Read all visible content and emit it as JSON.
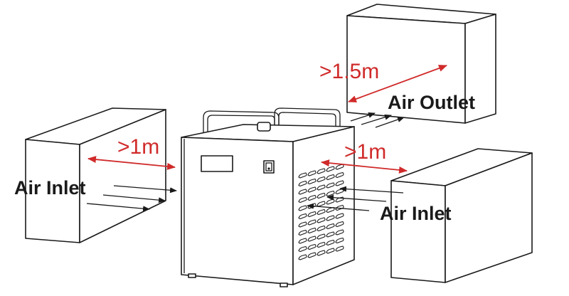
{
  "diagram": {
    "title": "Chiller installation clearance diagram",
    "colors": {
      "line": "#1a1a1a",
      "dimension": "#d02a2a",
      "background": "#ffffff"
    },
    "labels": {
      "left_inlet": "Air Inlet",
      "right_inlet": "Air Inlet",
      "outlet": "Air Outlet"
    },
    "distances": {
      "left": ">1m",
      "right": ">1m",
      "top": ">1.5m"
    },
    "components": [
      "left-obstacle-box",
      "chiller-unit",
      "top-obstacle-box",
      "right-obstacle-box"
    ]
  }
}
